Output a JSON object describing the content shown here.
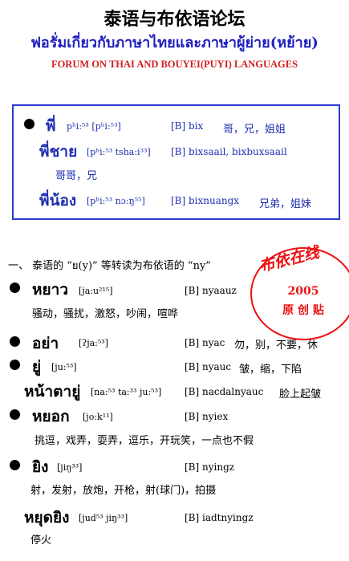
{
  "header": {
    "title": "泰语与布依语论坛",
    "subtitle_thai": "ฟอรั่มเกี่ยวกับภาษาไทยและภาษาผู้ย่าย(หย้าย)",
    "subtitle_en": "FORUM ON THAI AND BOUYEI(PUYI) LANGUAGES"
  },
  "box": {
    "entry1": {
      "thai": "พี่",
      "ipa": "pʰi:⁵³ [pʰi:⁵³]",
      "bouyei": "[B] bix",
      "cn": "哥，兄，姐姐"
    },
    "entry2": {
      "thai": "พี่ชาย",
      "ipa": "[pʰi:⁵³ tsha:i³³]",
      "bouyei": "[B] bixsaail, bixbuxsaail",
      "cn": "哥哥，兄"
    },
    "entry3": {
      "thai": "พี่น้อง",
      "ipa": "[pʰi:⁵³ nɔ:ŋ⁵⁵]",
      "bouyei": "[B] bixnuangx",
      "cn": "兄弟，姐妹"
    }
  },
  "section": {
    "heading": "一、 泰语的 “ย(y)” 等转读为布依语的 “ny”"
  },
  "stamp": {
    "name": "布依在线",
    "year": "2005",
    "label": "原 创 贴"
  },
  "entries": [
    {
      "thai": "หยาว",
      "ipa": "[ja:u²¹⁵]",
      "bouyei": "[B] nyaauz",
      "cn": "",
      "gloss": "骚动，骚扰，激怒，吵闹，喧哗"
    },
    {
      "thai": "อย่า",
      "ipa": "[ʔja:⁵³]",
      "bouyei": "[B] nyac",
      "cn": "勿，别，不要，休",
      "gloss": ""
    },
    {
      "thai": "ยู่",
      "ipa": "[ju:⁵³]",
      "bouyei": "[B] nyauc",
      "cn": "皱，缩，下陷",
      "gloss": ""
    },
    {
      "thai": "หน้าตายู่",
      "ipa": "[na:⁵³ ta:³³ ju:⁵³]",
      "bouyei": "[B] nacdalnyauc",
      "cn": "脸上起皱",
      "gloss": ""
    },
    {
      "thai": "หยอก",
      "ipa": "[jo:k¹¹]",
      "bouyei": "[B] nyiex",
      "cn": "",
      "gloss": "挑逗，戏弄，耍弄，逗乐，开玩笑，一点也不假"
    },
    {
      "thai": "ยิง",
      "ipa": "[jiŋ³³]",
      "bouyei": "[B] nyingz",
      "cn": "",
      "gloss": "射，发射，放炮，开枪，射(球门)，拍摄"
    },
    {
      "thai": "หยุดยิง",
      "ipa": "[jud⁵³ jiŋ³³]",
      "bouyei": "[B] iadtnyingz",
      "cn": "",
      "gloss": "停火"
    }
  ]
}
